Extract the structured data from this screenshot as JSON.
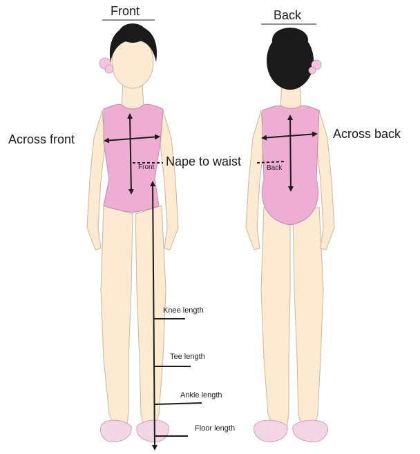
{
  "headings": {
    "front": "Front",
    "back": "Back"
  },
  "labels": {
    "across_front": "Across front",
    "across_back": "Across back",
    "nape_to_waist": "Nape to waist",
    "front_marker": "Front",
    "back_marker": "Back",
    "knee_length": "Knee length",
    "tee_length": "Tee length",
    "ankle_length": "Ankle length",
    "floor_length": "Floor length"
  },
  "colors": {
    "skin": "#fcebd2",
    "skin_outline": "#c9b79a",
    "leotard": "#eeadd3",
    "leotard_outline": "#c58aad",
    "hair": "#1a1a1a",
    "bow": "#f4c6dd",
    "shoe": "#f3d6e6",
    "ink": "#1a1a1a"
  }
}
